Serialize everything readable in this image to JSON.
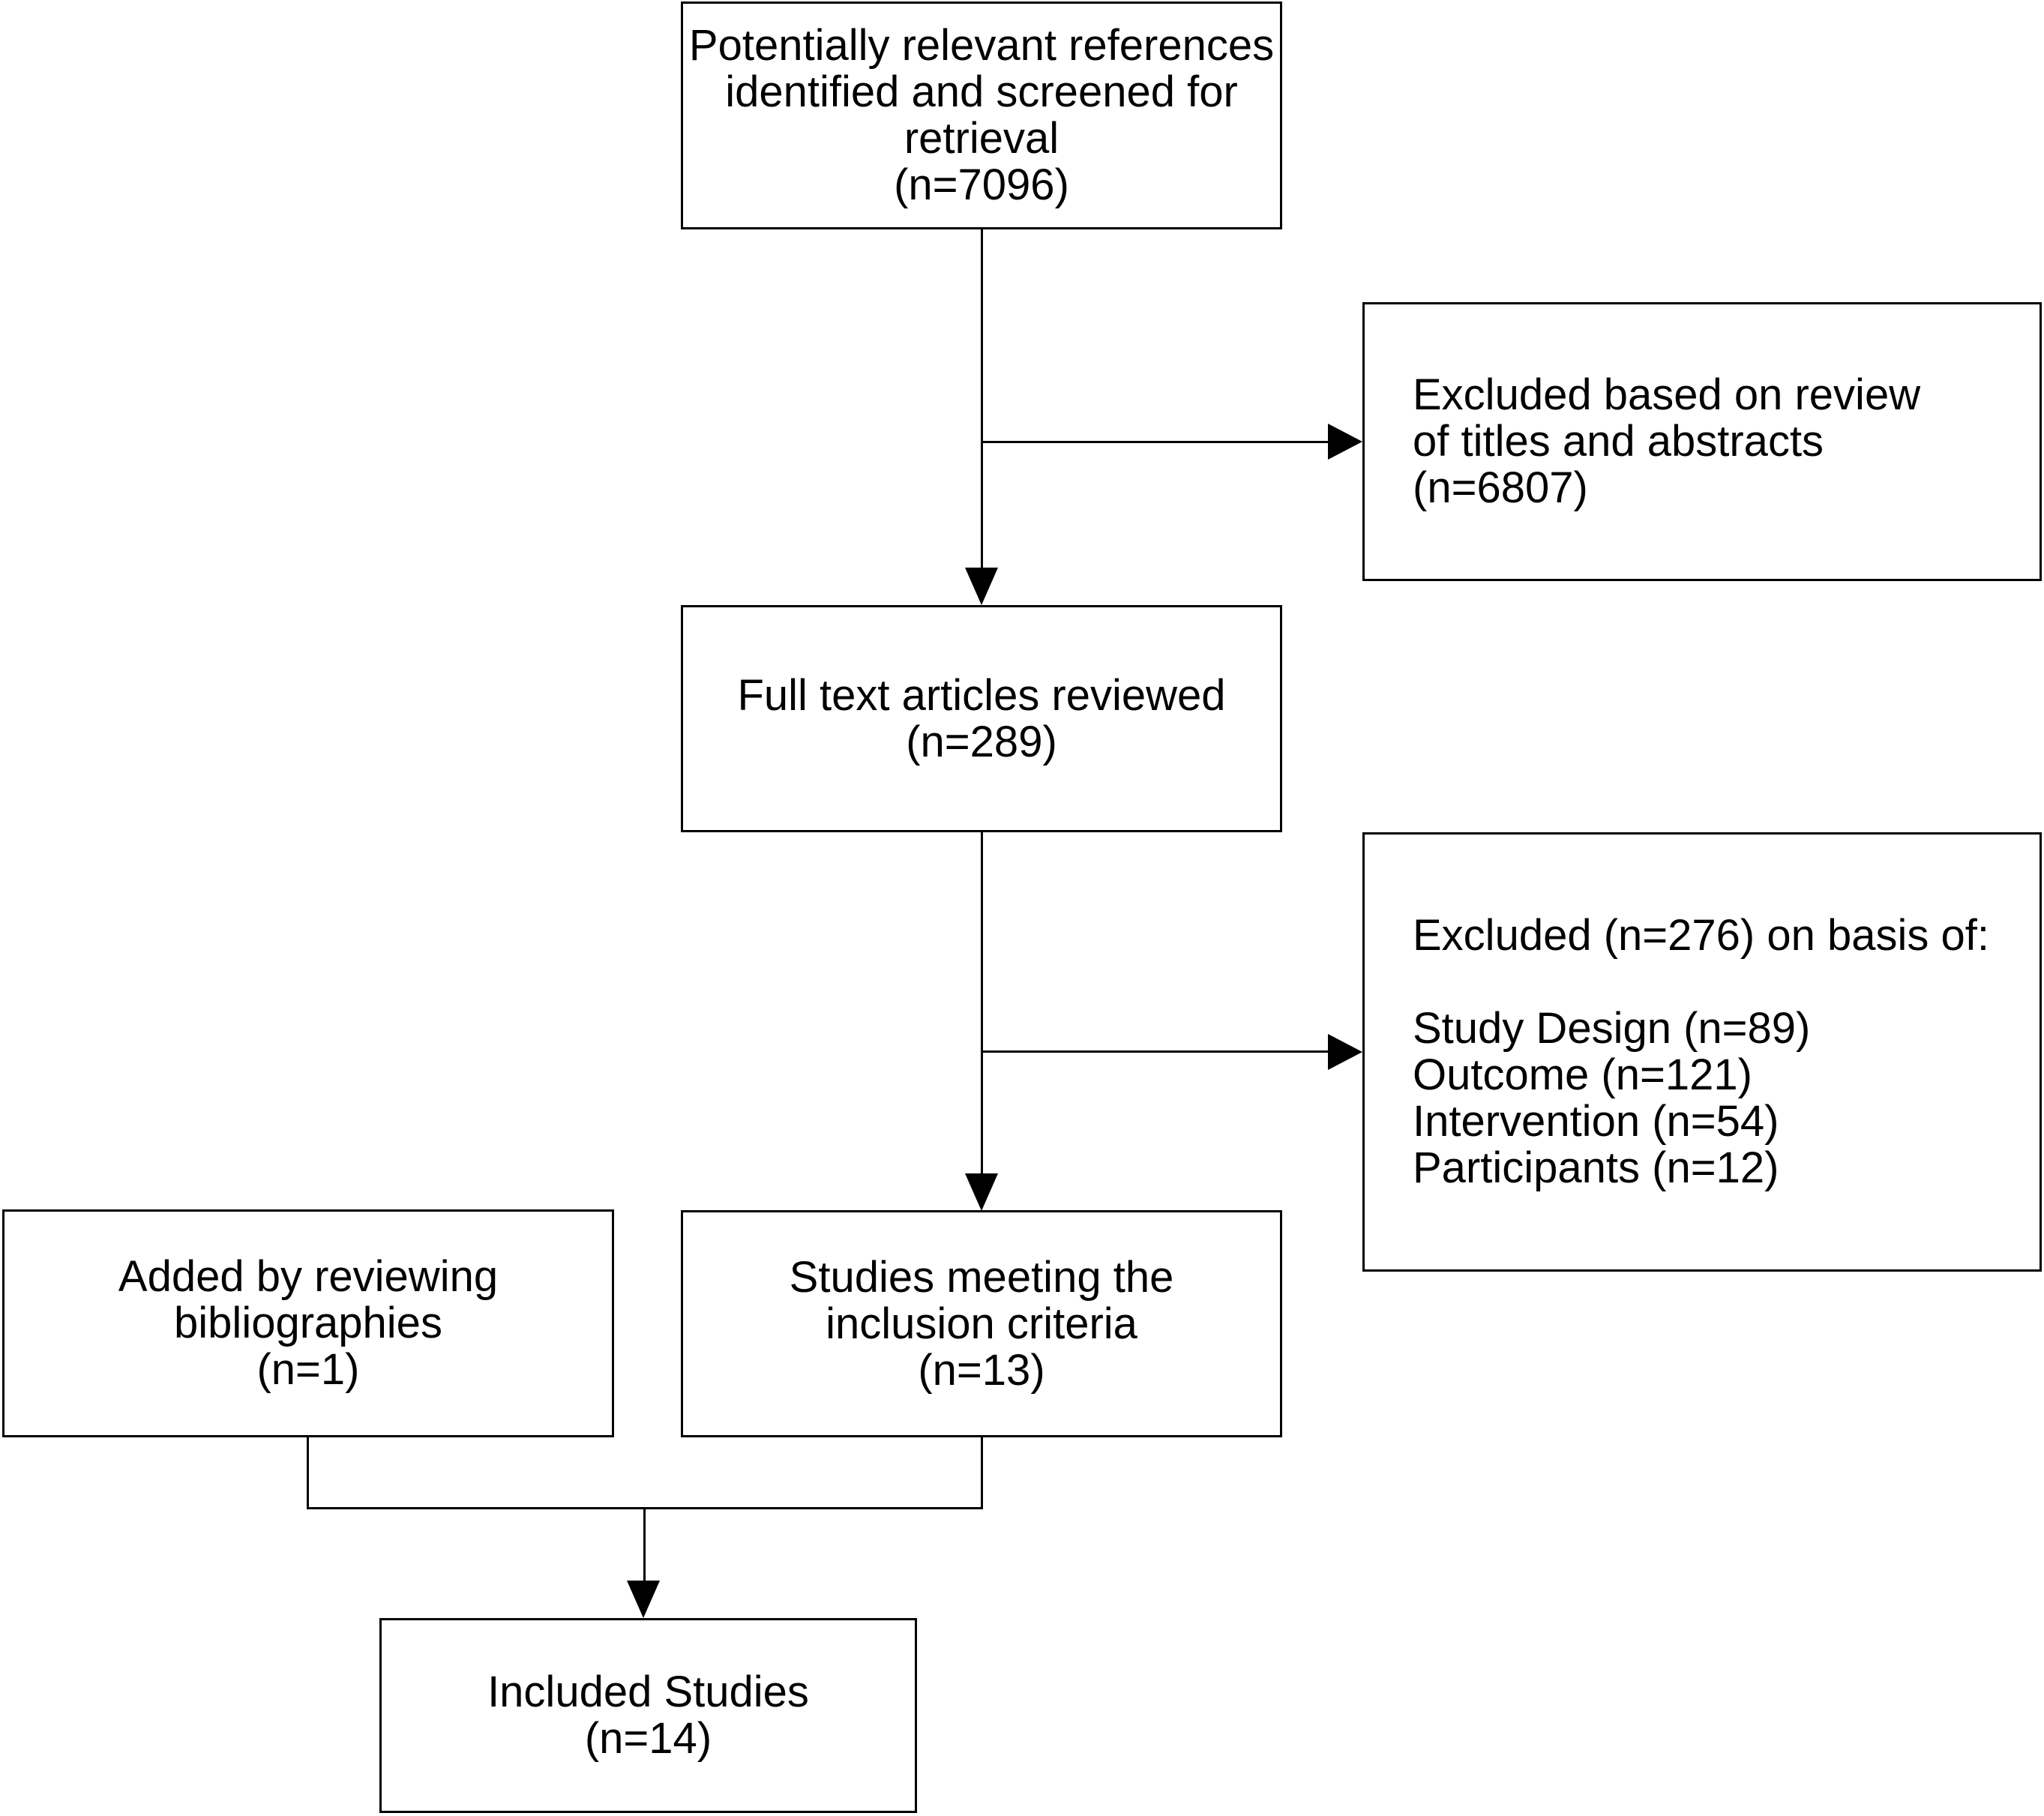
{
  "colors": {
    "background": "#ffffff",
    "border": "#000000",
    "text": "#000000"
  },
  "boxes": {
    "screened": {
      "lines": [
        "Potentially relevant references",
        "identified and screened for",
        "retrieval",
        "(n=7096)"
      ]
    },
    "excluded_titles": {
      "lines": [
        "Excluded based on review",
        "of titles and abstracts",
        "(n=6807)"
      ]
    },
    "fulltext": {
      "lines": [
        "Full text articles reviewed",
        "(n=289)"
      ]
    },
    "excluded_fulltext": {
      "lines": [
        "Excluded (n=276) on basis of:",
        "",
        "Study Design (n=89)",
        "Outcome (n=121)",
        "Intervention (n=54)",
        "Participants (n=12)"
      ]
    },
    "bibliographies": {
      "lines": [
        "Added by reviewing",
        "bibliographies",
        "(n=1)"
      ]
    },
    "inclusion": {
      "lines": [
        "Studies meeting the",
        "inclusion criteria",
        "(n=13)"
      ]
    },
    "included": {
      "lines": [
        "Included Studies",
        "(n=14)"
      ]
    }
  }
}
